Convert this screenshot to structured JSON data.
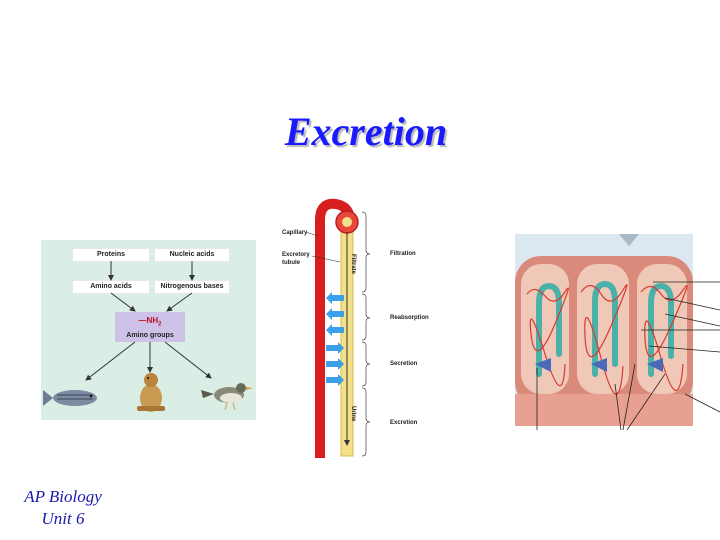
{
  "slide": {
    "title": "Excretion",
    "footer_line1": "AP Biology",
    "footer_line2": "Unit 6"
  },
  "nitrogen_diagram": {
    "proteins": "Proteins",
    "nucleic_acids": "Nucleic acids",
    "amino_acids": "Amino acids",
    "nitrogenous_bases": "Nitrogenous bases",
    "nh2": "—NH",
    "nh2_subscript": "2",
    "amino_groups": "Amino groups"
  },
  "nephron_diagram": {
    "capillary": "Capillary",
    "excretory_line1": "Excretory",
    "excretory_line2": "tubule",
    "filtrate": "Filtrate",
    "urine": "Urine",
    "filtration": "Filtration",
    "reabsorption": "Reabsorption",
    "secretion": "Secretion",
    "excretion": "Excretion"
  },
  "colors": {
    "title": "#1a1aff",
    "footer": "#1a1ab0",
    "capillary": "#d81e1e",
    "tubule": "#f5e08a",
    "arrow": "#3aa0e8"
  }
}
